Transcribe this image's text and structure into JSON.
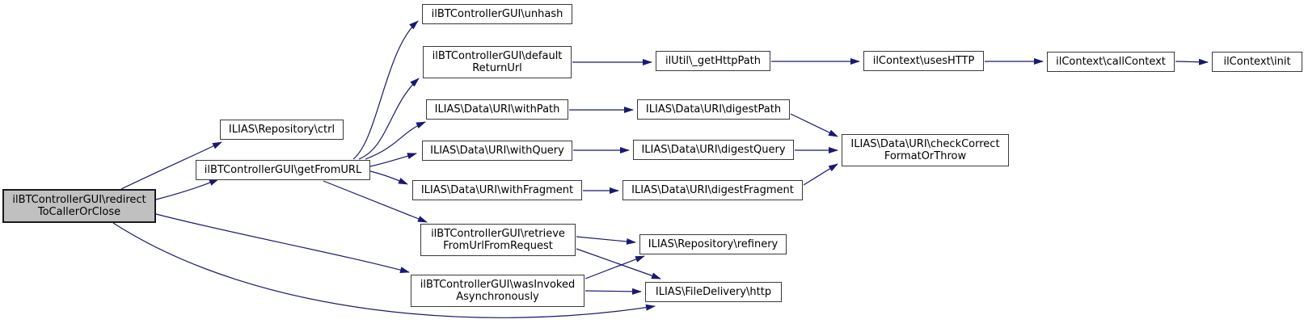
{
  "diagram_type": "doxygen-call-graph",
  "colors": {
    "edge": "#191970",
    "node_border": "#3a3a3a",
    "node_fill": "#ffffff",
    "root_node_fill": "#c0c0c0",
    "text": "#000000",
    "background": "#ffffff"
  },
  "nodes": [
    {
      "id": "redirect-to-caller-or-close",
      "label": "ilBTControllerGUI\\redirectToCallerOrClose",
      "lines": [
        "ilBTControllerGUI\\redirect",
        "ToCallerOrClose"
      ],
      "is_root": true
    },
    {
      "id": "ctrl",
      "label": "ILIAS\\Repository\\ctrl",
      "lines": [
        "ILIAS\\Repository\\ctrl"
      ]
    },
    {
      "id": "get-from-url",
      "label": "ilBTControllerGUI\\getFromURL",
      "lines": [
        "ilBTControllerGUI\\getFromURL"
      ]
    },
    {
      "id": "unhash",
      "label": "ilBTControllerGUI\\unhash",
      "lines": [
        "ilBTControllerGUI\\unhash"
      ]
    },
    {
      "id": "default-return-url",
      "label": "ilBTControllerGUI\\defaultReturnUrl",
      "lines": [
        "ilBTControllerGUI\\default",
        "ReturnUrl"
      ]
    },
    {
      "id": "get-http-path",
      "label": "ilUtil\\_getHttpPath",
      "lines": [
        "ilUtil\\_getHttpPath"
      ]
    },
    {
      "id": "uses-http",
      "label": "ilContext\\usesHTTP",
      "lines": [
        "ilContext\\usesHTTP"
      ]
    },
    {
      "id": "call-context",
      "label": "ilContext\\callContext",
      "lines": [
        "ilContext\\callContext"
      ]
    },
    {
      "id": "init",
      "label": "ilContext\\init",
      "lines": [
        "ilContext\\init"
      ]
    },
    {
      "id": "with-path",
      "label": "ILIAS\\Data\\URI\\withPath",
      "lines": [
        "ILIAS\\Data\\URI\\withPath"
      ]
    },
    {
      "id": "digest-path",
      "label": "ILIAS\\Data\\URI\\digestPath",
      "lines": [
        "ILIAS\\Data\\URI\\digestPath"
      ]
    },
    {
      "id": "with-query",
      "label": "ILIAS\\Data\\URI\\withQuery",
      "lines": [
        "ILIAS\\Data\\URI\\withQuery"
      ]
    },
    {
      "id": "digest-query",
      "label": "ILIAS\\Data\\URI\\digestQuery",
      "lines": [
        "ILIAS\\Data\\URI\\digestQuery"
      ]
    },
    {
      "id": "with-fragment",
      "label": "ILIAS\\Data\\URI\\withFragment",
      "lines": [
        "ILIAS\\Data\\URI\\withFragment"
      ]
    },
    {
      "id": "digest-fragment",
      "label": "ILIAS\\Data\\URI\\digestFragment",
      "lines": [
        "ILIAS\\Data\\URI\\digestFragment"
      ]
    },
    {
      "id": "check-correct-format-or-throw",
      "label": "ILIAS\\Data\\URI\\checkCorrectFormatOrThrow",
      "lines": [
        "ILIAS\\Data\\URI\\checkCorrect",
        "FormatOrThrow"
      ]
    },
    {
      "id": "retrieve-from-url-from-request",
      "label": "ilBTControllerGUI\\retrieveFromUrlFromRequest",
      "lines": [
        "ilBTControllerGUI\\retrieve",
        "FromUrlFromRequest"
      ]
    },
    {
      "id": "refinery",
      "label": "ILIAS\\Repository\\refinery",
      "lines": [
        "ILIAS\\Repository\\refinery"
      ]
    },
    {
      "id": "was-invoked-asynchronously",
      "label": "ilBTControllerGUI\\wasInvokedAsynchronously",
      "lines": [
        "ilBTControllerGUI\\wasInvoked",
        "Asynchronously"
      ]
    },
    {
      "id": "http",
      "label": "ILIAS\\FileDelivery\\http",
      "lines": [
        "ILIAS\\FileDelivery\\http"
      ]
    }
  ],
  "edges": [
    {
      "from": "redirect-to-caller-or-close",
      "to": "ctrl"
    },
    {
      "from": "redirect-to-caller-or-close",
      "to": "get-from-url"
    },
    {
      "from": "redirect-to-caller-or-close",
      "to": "was-invoked-asynchronously"
    },
    {
      "from": "redirect-to-caller-or-close",
      "to": "http"
    },
    {
      "from": "get-from-url",
      "to": "unhash"
    },
    {
      "from": "get-from-url",
      "to": "default-return-url"
    },
    {
      "from": "get-from-url",
      "to": "with-path"
    },
    {
      "from": "get-from-url",
      "to": "with-query"
    },
    {
      "from": "get-from-url",
      "to": "with-fragment"
    },
    {
      "from": "get-from-url",
      "to": "retrieve-from-url-from-request"
    },
    {
      "from": "default-return-url",
      "to": "get-http-path"
    },
    {
      "from": "get-http-path",
      "to": "uses-http"
    },
    {
      "from": "uses-http",
      "to": "call-context"
    },
    {
      "from": "call-context",
      "to": "init"
    },
    {
      "from": "with-path",
      "to": "digest-path"
    },
    {
      "from": "with-query",
      "to": "digest-query"
    },
    {
      "from": "with-fragment",
      "to": "digest-fragment"
    },
    {
      "from": "digest-path",
      "to": "check-correct-format-or-throw"
    },
    {
      "from": "digest-query",
      "to": "check-correct-format-or-throw"
    },
    {
      "from": "digest-fragment",
      "to": "check-correct-format-or-throw"
    },
    {
      "from": "retrieve-from-url-from-request",
      "to": "refinery"
    },
    {
      "from": "retrieve-from-url-from-request",
      "to": "http"
    },
    {
      "from": "was-invoked-asynchronously",
      "to": "refinery"
    },
    {
      "from": "was-invoked-asynchronously",
      "to": "http"
    }
  ]
}
